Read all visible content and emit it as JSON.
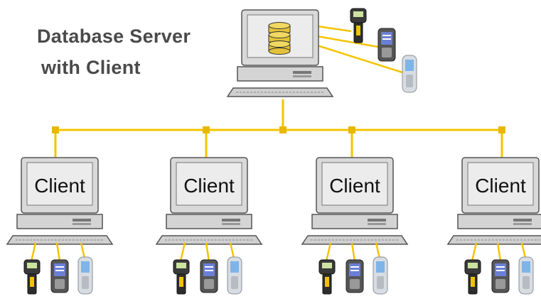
{
  "title": {
    "line1": "Database Server",
    "line2": "with Client"
  },
  "server": {
    "icon": "database-icon",
    "devices": [
      "barcode-scanner",
      "pda",
      "handheld-terminal"
    ]
  },
  "clients": [
    {
      "label": "Client"
    },
    {
      "label": "Client"
    },
    {
      "label": "Client"
    },
    {
      "label": "Client"
    }
  ],
  "client_devices": [
    "barcode-scanner",
    "pda",
    "handheld-terminal"
  ],
  "colors": {
    "network_line": "#f4c400",
    "network_node": "#e8b800",
    "monitor_body": "#d9d9d9",
    "screen": "#ececec",
    "database": "#e2c23a",
    "title_text": "#4a4a4a"
  }
}
